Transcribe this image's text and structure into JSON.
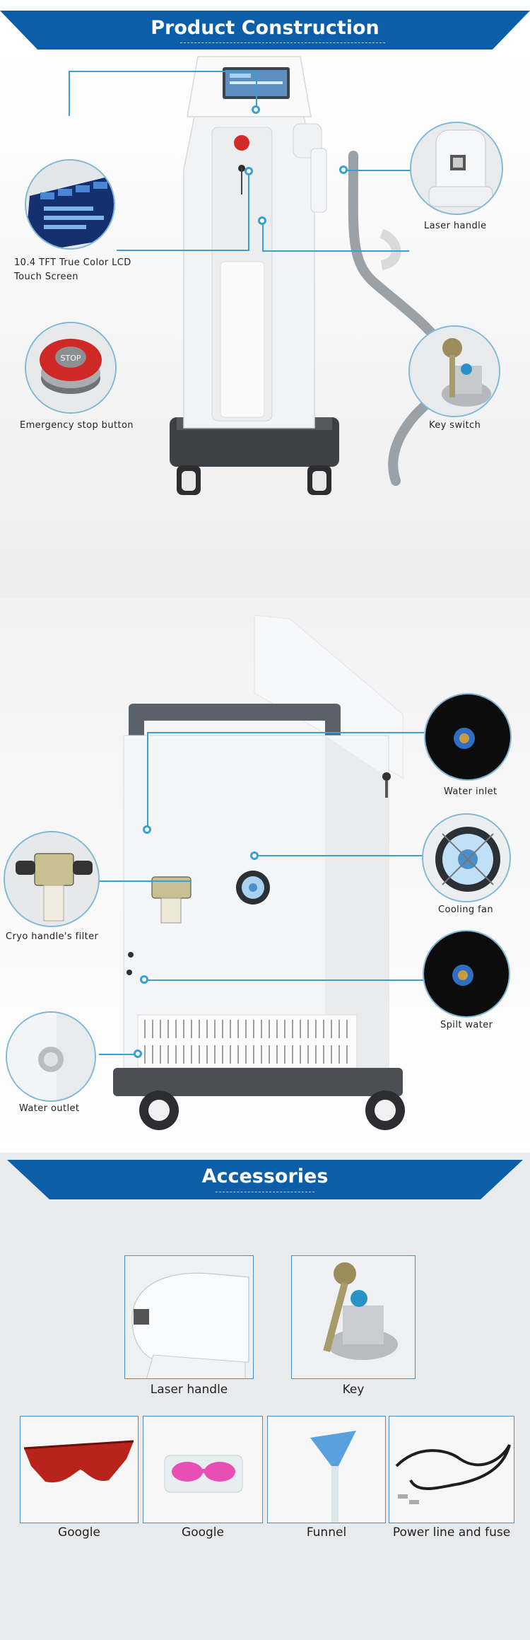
{
  "banners": {
    "construction_title": "Product Construction",
    "accessories_title": "Accessories"
  },
  "colors": {
    "banner_blue": "#0d5ea8",
    "line_blue": "#3aa0d4",
    "border_blue": "#4a90c8"
  },
  "front_callouts": {
    "lcd_label": "10.4 TFT True Color LCD Touch Screen",
    "emergency_label": "Emergency stop button",
    "laser_handle_label": "Laser handle",
    "key_switch_label": "Key switch",
    "stop_text": "STOP"
  },
  "back_callouts": {
    "water_inlet_label": "Water inlet",
    "cooling_fan_label": "Cooling fan",
    "spilt_water_label": "Spilt water",
    "cryo_filter_label": "Cryo handle's filter",
    "water_outlet_label": "Water outlet"
  },
  "accessories": {
    "laser_handle": "Laser handle",
    "key": "Key",
    "google_1": "Google",
    "google_2": "Google",
    "funnel": "Funnel",
    "power_line": "Power line and fuse"
  }
}
